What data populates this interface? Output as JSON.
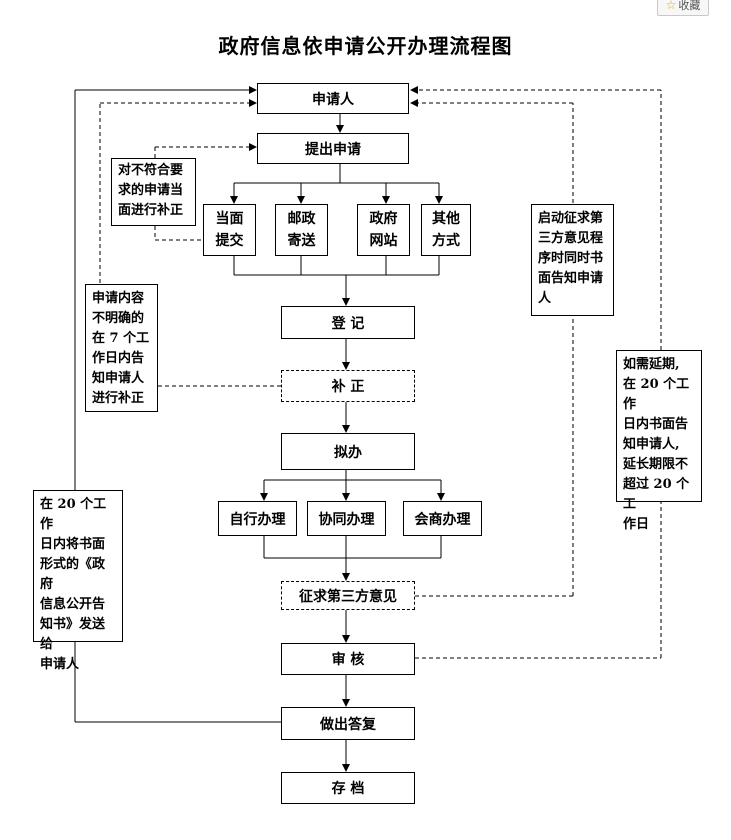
{
  "title": "政府信息依申请公开办理流程图",
  "favorite_label": "收藏",
  "nodes": {
    "applicant": "申请人",
    "submit": "提出申请",
    "register": "登 记",
    "supplement": "补 正",
    "draft": "拟办",
    "self_handle": "自行办理",
    "co_handle": "协同办理",
    "consult": "会商办理",
    "third_party": "征求第三方意见",
    "review": "审 核",
    "reply": "做出答复",
    "archive": "存 档"
  },
  "channels": [
    [
      "当面",
      "提交"
    ],
    [
      "邮政",
      "寄送"
    ],
    [
      "政府",
      "网站"
    ],
    [
      "其他",
      "方式"
    ]
  ],
  "notes": {
    "non_compliant": "对不符合要\n求的申请当\n面进行补正",
    "unclear": "申请内容\n不明确的\n在 7 个工\n作日内告\n知申请人\n进行补正",
    "written_reply": "在 20 个工作\n日内将书面\n形式的《政府\n信息公开告\n知书》发送给\n申请人",
    "third_party_notice": "启动征求第\n三方意见程\n序时同时书\n面告知申请\n人",
    "extension": "如需延期,\n在 20 个工作\n日内书面告\n知申请人,\n延长期限不\n超过 20 个工\n作日"
  }
}
